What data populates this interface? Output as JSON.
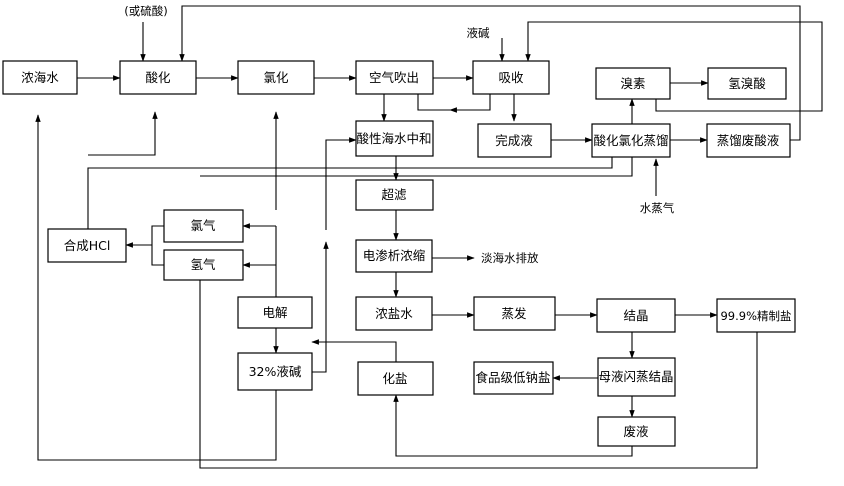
{
  "nodes": {
    "brine_seawater": "浓海水",
    "acidify": "酸化",
    "chlorinate": "氯化",
    "air_stripping": "空气吹出",
    "absorb": "吸收",
    "bromine": "溴素",
    "hydrobromic_acid": "氢溴酸",
    "acidic_neutralize": "酸性海水中和",
    "finished_liquid": "完成液",
    "acid_chlor_distill": "酸化氯化蒸馏",
    "distill_waste_acid": "蒸馏废酸液",
    "ultrafiltration": "超滤",
    "synth_hcl": "合成HCl",
    "chlorine_gas": "氯气",
    "hydrogen_gas": "氢气",
    "electrodialysis": "电渗析浓缩",
    "brine": "浓盐水",
    "evaporate": "蒸发",
    "crystallize": "结晶",
    "refined_salt": "99.9%精制盐",
    "electrolysis": "电解",
    "caustic_32": "32%液碱",
    "dissolve_salt": "化盐",
    "food_salt": "食品级低钠盐",
    "mother_liquor": "母液闪蒸结晶",
    "waste_liquid": "废液"
  },
  "annotations": {
    "or_sulfuric": "(或硫酸)",
    "liquid_caustic": "液碱",
    "steam": "水蒸气",
    "light_seawater_discharge": "淡海水排放"
  }
}
